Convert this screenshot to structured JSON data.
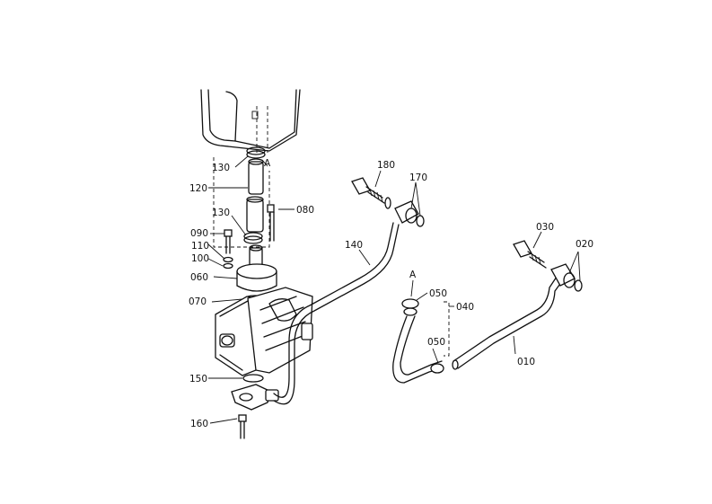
{
  "labels": {
    "p010": "010",
    "p020": "020",
    "p030": "030",
    "p040": "040",
    "p050a": "050",
    "p050b": "050",
    "p060": "060",
    "p070": "070",
    "p080": "080",
    "p090": "090",
    "p100": "100",
    "p110": "110",
    "p120": "120",
    "p130a": "130",
    "p130b": "130",
    "p140": "140",
    "p150": "150",
    "p160": "160",
    "p170": "170",
    "p180": "180",
    "refA1": "A",
    "refA2": "A"
  }
}
